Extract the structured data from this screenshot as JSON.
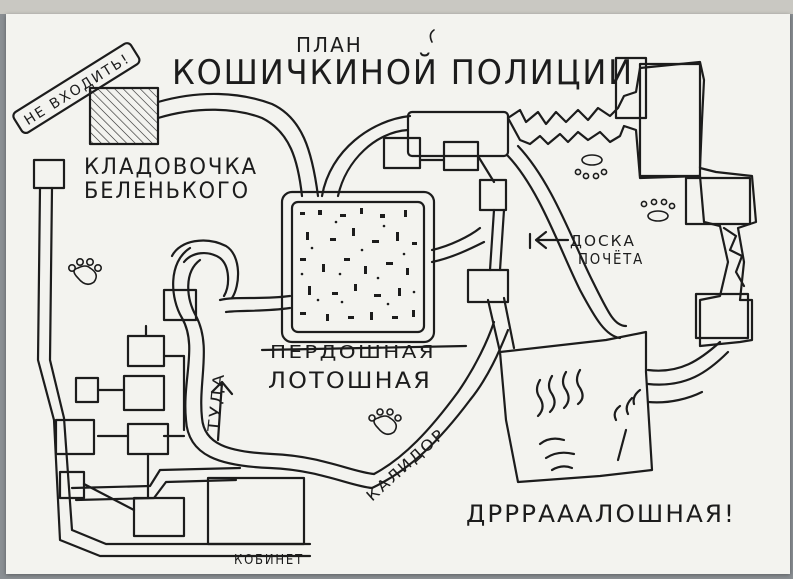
{
  "title_small": "ПЛАН",
  "title_main": "КОШИЧКИНОЙ ПОЛИЦИИ",
  "labels": {
    "do_not_enter": "НЕ ВХОДИТЬ!",
    "pantry_line1": "КЛАДОВОЧКА",
    "pantry_line2": "БЕЛЕНЬКОГО",
    "board_line1": "ДОСКА",
    "board_line2": "ПОЧЁТА",
    "crossed_out": "ПЕРДОШНАЯ",
    "litter_room": "ЛОТОШНАЯ",
    "there": "ТУДА",
    "corridor": "КАЛИДОР",
    "scratch_room": "ДРРРАААЛОШНАЯ!",
    "office": "КОБИНЕТ"
  },
  "icons": [
    "paw-print-icon",
    "arrow-icon"
  ]
}
